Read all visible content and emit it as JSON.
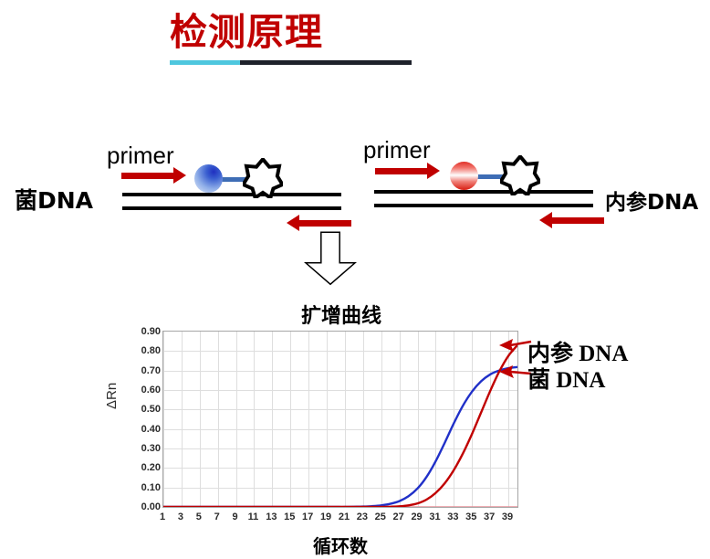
{
  "title": {
    "text": "检测原理",
    "color": "#C00000",
    "rule_colors": [
      "#4EC7DE",
      "#1E222B"
    ]
  },
  "schematic": {
    "left_panel": {
      "dna_label": "菌DNA",
      "primer_label": "primer",
      "reporter_color": "#2A3FC6",
      "probe_link_color": "#3E6DB5",
      "quencher_icon": "star-icon"
    },
    "right_panel": {
      "dna_label": "内参DNA",
      "primer_label": "primer",
      "reporter_color": "#E03028",
      "probe_link_color": "#3E6DB5",
      "quencher_icon": "star-icon"
    },
    "arrow_color": "#C00000",
    "flow_arrow_icon": "down-block-arrow-icon",
    "flow_caption": "扩增曲线"
  },
  "callouts": {
    "internal_control": "内参 DNA",
    "bacteria": "菌 DNA",
    "arrow_color": "#C00000"
  },
  "chart_data": {
    "type": "line",
    "title": "扩增曲线",
    "xlabel": "循环数",
    "ylabel": "ΔRn",
    "xlim": [
      1,
      40
    ],
    "ylim": [
      0.0,
      0.9
    ],
    "grid": true,
    "legend": "none",
    "y_ticks": [
      "0.00",
      "0.10",
      "0.20",
      "0.30",
      "0.40",
      "0.50",
      "0.60",
      "0.70",
      "0.80",
      "0.90"
    ],
    "x_ticks": [
      1,
      3,
      5,
      7,
      9,
      11,
      13,
      15,
      17,
      19,
      21,
      23,
      25,
      27,
      29,
      31,
      33,
      35,
      37,
      39
    ],
    "x": [
      1,
      2,
      3,
      4,
      5,
      6,
      7,
      8,
      9,
      10,
      11,
      12,
      13,
      14,
      15,
      16,
      17,
      18,
      19,
      20,
      21,
      22,
      23,
      24,
      25,
      26,
      27,
      28,
      29,
      30,
      31,
      32,
      33,
      34,
      35,
      36,
      37,
      38,
      39,
      40
    ],
    "series": [
      {
        "name": "菌 DNA",
        "color": "#2030C8",
        "ct": 25,
        "plateau": 0.72,
        "values": [
          0.0,
          0.0,
          0.0,
          0.0,
          0.0,
          0.0,
          0.0,
          0.0,
          0.0,
          0.0,
          0.0,
          0.0,
          0.0,
          0.0,
          0.0,
          0.0,
          0.0,
          0.0,
          0.0,
          0.0,
          0.0,
          0.001,
          0.002,
          0.004,
          0.008,
          0.016,
          0.03,
          0.055,
          0.095,
          0.155,
          0.235,
          0.33,
          0.43,
          0.52,
          0.592,
          0.645,
          0.68,
          0.7,
          0.712,
          0.718
        ]
      },
      {
        "name": "内参 DNA",
        "color": "#C00000",
        "ct": 29,
        "plateau": 0.83,
        "values": [
          0.0,
          0.0,
          0.0,
          0.0,
          0.0,
          0.0,
          0.0,
          0.0,
          0.0,
          0.0,
          0.0,
          0.0,
          0.0,
          0.0,
          0.0,
          0.0,
          0.0,
          0.0,
          0.0,
          0.0,
          0.0,
          0.0,
          0.0,
          0.0,
          0.0,
          0.001,
          0.003,
          0.008,
          0.018,
          0.038,
          0.072,
          0.122,
          0.19,
          0.275,
          0.375,
          0.485,
          0.595,
          0.695,
          0.775,
          0.83
        ]
      },
      {
        "name": "baseline-pink",
        "color": "#E89098",
        "values": [
          0.0,
          0.0,
          0.0,
          0.0,
          0.0,
          0.0,
          0.0,
          0.0,
          0.0,
          0.0,
          0.0,
          0.0,
          0.0,
          0.0,
          0.0,
          0.0,
          0.0,
          0.0,
          0.0,
          0.0,
          0.0,
          0.0,
          0.0,
          0.0,
          0.0,
          0.0,
          0.0,
          0.0,
          0.0,
          0.0,
          0.0,
          0.0,
          0.0,
          0.0,
          0.0,
          0.0,
          0.0,
          0.0,
          0.0,
          0.0
        ]
      },
      {
        "name": "baseline-green",
        "color": "#5FA85F",
        "values": [
          0.0,
          0.0,
          0.0,
          0.0,
          0.0
        ]
      }
    ]
  }
}
